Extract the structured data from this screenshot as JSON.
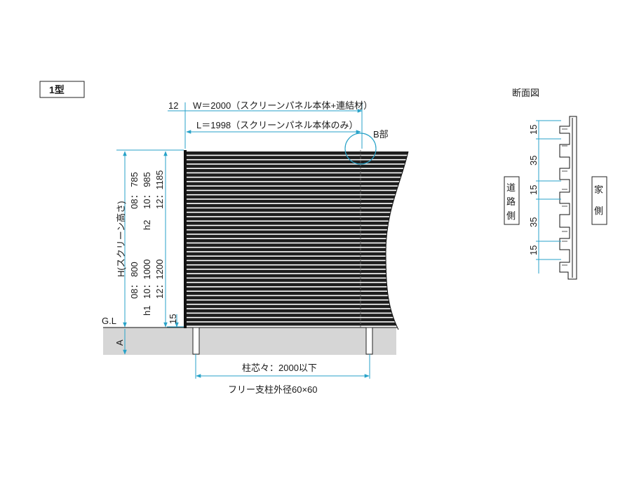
{
  "type_label": "1型",
  "section_title": "断面図",
  "dims": {
    "offset_12": "12",
    "width_label": "W＝2000（スクリーンパネル本体+連結材）",
    "length_label": "L＝1998（スクリーンパネル本体のみ）",
    "b_part": "B部",
    "height_label": "H(スクリーン高さ)",
    "h2_label": "h2",
    "h2_values": [
      "08： 785",
      "10： 985",
      "12：1185"
    ],
    "h1_label": "h1",
    "h1_values": [
      "08： 800",
      "10：1000",
      "12：1200"
    ],
    "bottom_gap": "15",
    "ground_label": "G.L",
    "ground_a": "A",
    "post_pitch": "柱芯々：2000以下",
    "post_spec": "フリー支柱外径60×60"
  },
  "section": {
    "left_side": [
      "道",
      "路",
      "側"
    ],
    "right_side": [
      "家",
      "側"
    ],
    "pitches": [
      "15",
      "35",
      "15",
      "35",
      "15"
    ]
  },
  "colors": {
    "dimension": "#27a2c8",
    "panel": "#1e1e1e",
    "ground": "#d4d4d4"
  }
}
